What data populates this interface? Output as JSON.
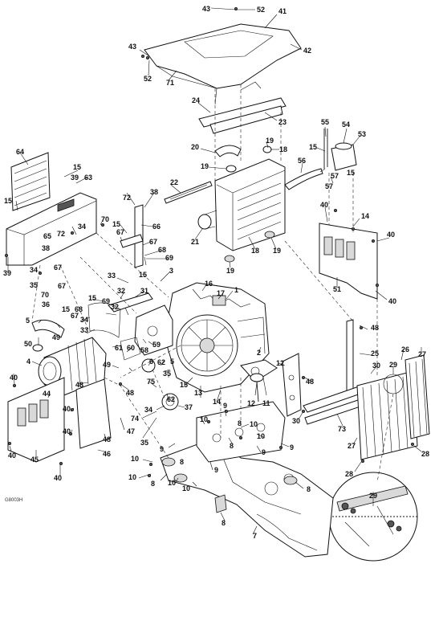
{
  "drawing_code": "G8003H",
  "callouts": [
    "1",
    "2",
    "3",
    "4",
    "5",
    "6",
    "7",
    "8",
    "9",
    "10",
    "11",
    "12",
    "13",
    "14",
    "15",
    "16",
    "17",
    "18",
    "19",
    "20",
    "21",
    "22",
    "23",
    "24",
    "25",
    "26",
    "27",
    "28",
    "29",
    "30",
    "31",
    "32",
    "33",
    "34",
    "35",
    "36",
    "37",
    "38",
    "39",
    "40",
    "41",
    "42",
    "43",
    "44",
    "45",
    "46",
    "47",
    "48",
    "49",
    "50",
    "51",
    "52",
    "53",
    "54",
    "55",
    "56",
    "57",
    "58",
    "59",
    "60",
    "61",
    "62",
    "63",
    "64",
    "65",
    "66",
    "67",
    "68",
    "69",
    "70",
    "71",
    "72",
    "73",
    "74",
    "75"
  ]
}
